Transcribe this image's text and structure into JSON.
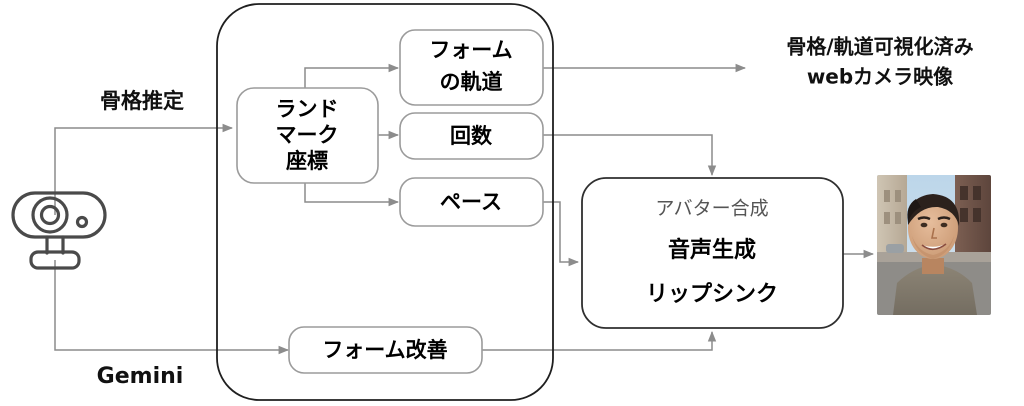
{
  "diagram": {
    "title": "webcam pose-estimation to avatar pipeline",
    "background_color": "#ffffff",
    "edge_color": "#8c8c8c",
    "node_border_color": "#9b9b9b",
    "group_border_color": "#1f1f1f",
    "icon_color": "#4a4a4a"
  },
  "source": {
    "icon_name": "webcam-icon"
  },
  "edge_labels": {
    "pose_estimation": "骨格推定",
    "gemini": "Gemini"
  },
  "group": {
    "name": "processing-group"
  },
  "nodes": {
    "landmark": {
      "lines": [
        "ランド",
        "マーク",
        "座標"
      ]
    },
    "form_trajectory": {
      "lines": [
        "フォーム",
        "の軌道"
      ]
    },
    "rep_count": {
      "lines": [
        "回数"
      ]
    },
    "pace": {
      "lines": [
        "ペース"
      ]
    },
    "form_improvement": {
      "lines": [
        "フォーム改善"
      ]
    },
    "avatar": {
      "lines_light": [
        "アバター合成"
      ],
      "lines_bold": [
        "音声生成",
        "リップシンク"
      ]
    }
  },
  "outputs": {
    "visualized_video": {
      "lines": [
        "骨格/軌道可視化済み",
        "webカメラ映像"
      ]
    },
    "avatar_preview": {
      "alt": "generated avatar portrait on a city street"
    }
  }
}
